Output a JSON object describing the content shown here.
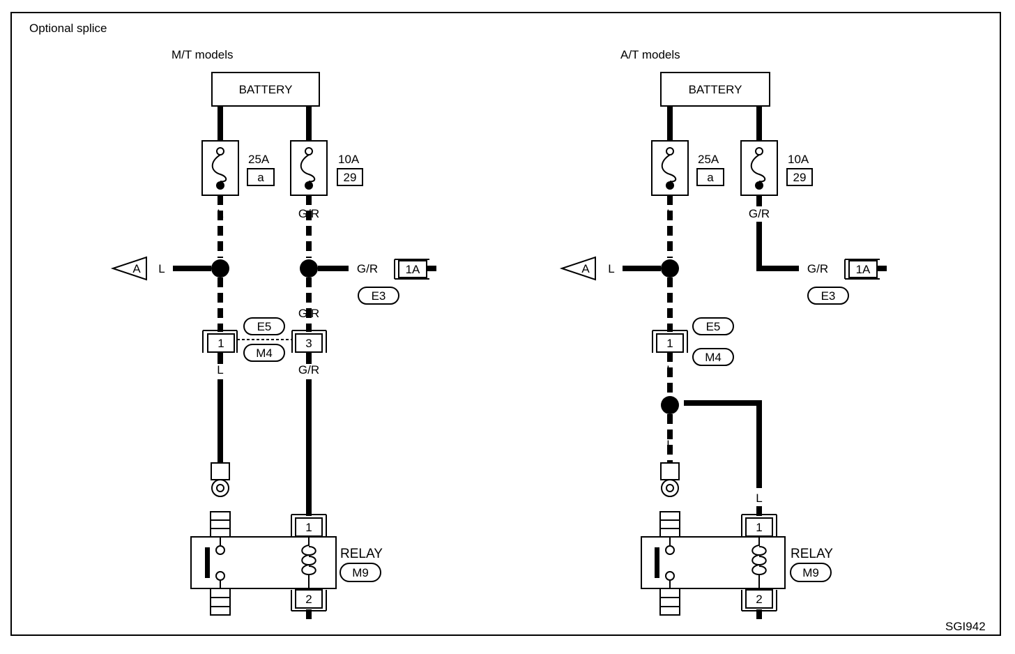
{
  "header": {
    "title": "Optional splice",
    "code": "SGI942"
  },
  "mt": {
    "title": "M/T models",
    "battery": "BATTERY",
    "fuse1": {
      "rating": "25A",
      "id": "a"
    },
    "fuse2": {
      "rating": "10A",
      "id": "29"
    },
    "wire_l": "L",
    "wire_gr": "G/R",
    "arrow": "A",
    "conn_1a": "1A",
    "e3": "E3",
    "e5": "E5",
    "m4": "M4",
    "pin1": "1",
    "pin3": "3",
    "relay": "RELAY",
    "m9": "M9",
    "relay_pin1": "1",
    "relay_pin2": "2"
  },
  "at": {
    "title": "A/T models",
    "battery": "BATTERY",
    "fuse1": {
      "rating": "25A",
      "id": "a"
    },
    "fuse2": {
      "rating": "10A",
      "id": "29"
    },
    "wire_l": "L",
    "wire_gr": "G/R",
    "arrow": "A",
    "conn_1a": "1A",
    "e3": "E3",
    "e5": "E5",
    "m4": "M4",
    "pin1": "1",
    "relay": "RELAY",
    "m9": "M9",
    "relay_pin1": "1",
    "relay_pin2": "2"
  }
}
